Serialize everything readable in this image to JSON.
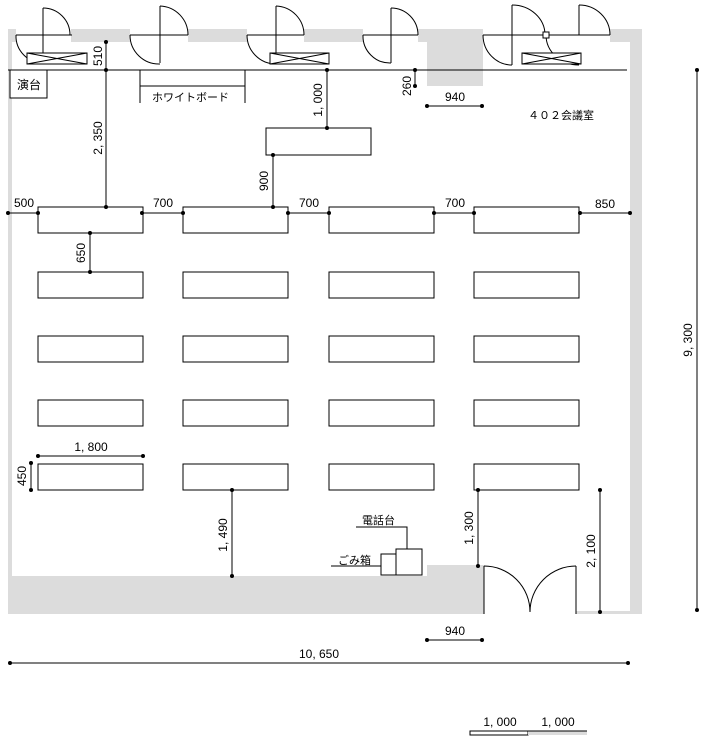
{
  "room_name": "４０２会議室",
  "labels": {
    "podium": "演台",
    "whiteboard": "ホワイトボード",
    "phone_stand": "電話台",
    "trash_bin": "ごみ箱"
  },
  "dimensions": {
    "d510": "510",
    "d2350": "2, 350",
    "d1000": "1, 000",
    "d900": "900",
    "d260": "260",
    "d940_top": "940",
    "d500": "500",
    "d700_a": "700",
    "d700_b": "700",
    "d700_c": "700",
    "d850": "850",
    "d650": "650",
    "d1800": "1, 800",
    "d450": "450",
    "d1490": "1, 490",
    "d1300": "1, 300",
    "d2100": "2, 100",
    "d940_bottom": "940",
    "d10650": "10, 650",
    "d9300": "9, 300"
  },
  "scale_bar": {
    "left": "1, 000",
    "right": "1, 000"
  },
  "colors": {
    "wall": "#dcdcdc",
    "line": "#000000"
  }
}
